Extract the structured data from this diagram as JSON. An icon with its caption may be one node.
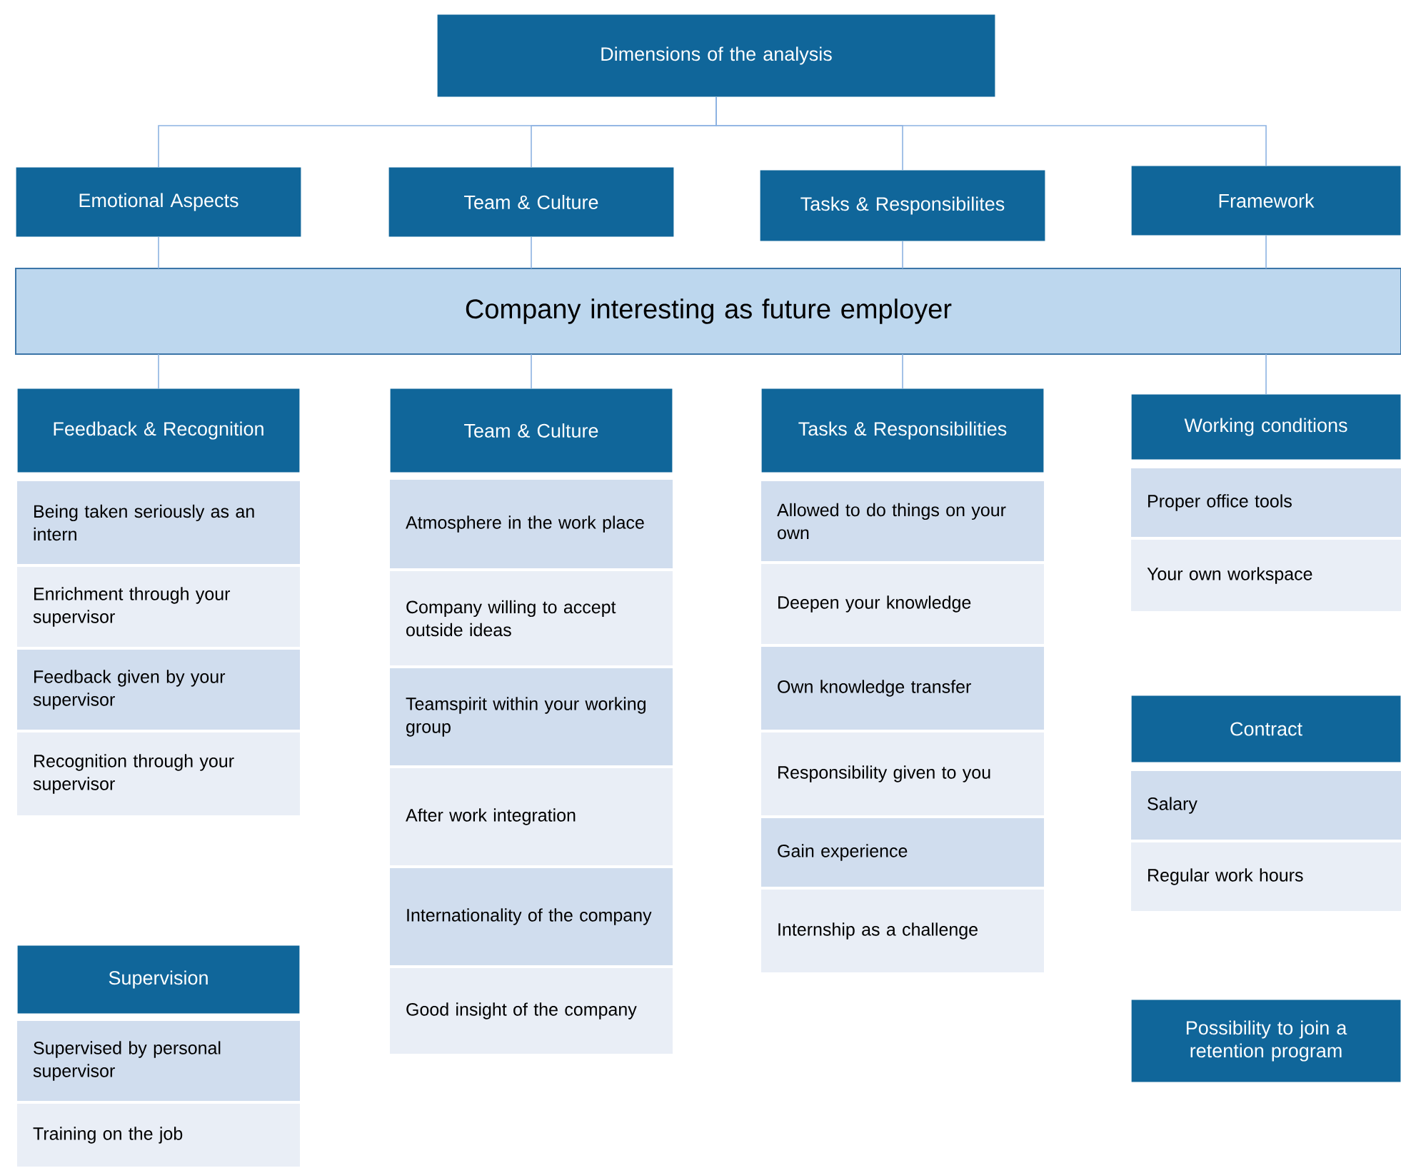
{
  "diagram": {
    "nodes": [
      {
        "text": [
          "Dimensions of the analysis"
        ]
      },
      {
        "text": [
          "Emotional Aspects"
        ]
      },
      {
        "text": [
          "Team & Culture"
        ]
      },
      {
        "text": [
          "Tasks & Responsibilites"
        ]
      },
      {
        "text": [
          "Framework"
        ]
      },
      {
        "text": [
          "Company interesting as future employer"
        ]
      },
      {
        "text": [
          "Feedback & Recognition"
        ]
      },
      {
        "text": [
          "Being taken seriously as an intern"
        ]
      },
      {
        "text": [
          "Enrichment through your supervisor"
        ]
      },
      {
        "text": [
          "Feedback given by your supervisor"
        ]
      },
      {
        "text": [
          "Recognition through your supervisor"
        ]
      },
      {
        "text": [
          "Supervision"
        ]
      },
      {
        "text": [
          "Supervised by personal supervisor"
        ]
      },
      {
        "text": [
          "Training on the job"
        ]
      },
      {
        "text": [
          "Team & Culture"
        ]
      },
      {
        "text": [
          "Atmosphere in the work place"
        ]
      },
      {
        "text": [
          "Company willing to accept outside ideas"
        ]
      },
      {
        "text": [
          "Teamspirit within your working group"
        ]
      },
      {
        "text": [
          "After work integration"
        ]
      },
      {
        "text": [
          "Internationality of the company"
        ]
      },
      {
        "text": [
          "Good insight of the company"
        ]
      },
      {
        "text": [
          "Tasks & Responsibilities"
        ]
      },
      {
        "text": [
          "Allowed to do things on your own"
        ]
      },
      {
        "text": [
          "Deepen your knowledge"
        ]
      },
      {
        "text": [
          "Own knowledge transfer"
        ]
      },
      {
        "text": [
          "Responsibility given to you"
        ]
      },
      {
        "text": [
          "Gain experience"
        ]
      },
      {
        "text": [
          "Internship as a challenge"
        ]
      },
      {
        "text": [
          "Working conditions"
        ]
      },
      {
        "text": [
          "Proper office tools"
        ]
      },
      {
        "text": [
          "Your own workspace"
        ]
      },
      {
        "text": [
          "Contract"
        ]
      },
      {
        "text": [
          "Salary"
        ]
      },
      {
        "text": [
          "Regular work hours"
        ]
      },
      {
        "text": [
          "Possibility to join a retention program"
        ]
      }
    ],
    "edges": [
      {
        "from": 0,
        "to": 1,
        "arrow": "none"
      },
      {
        "from": 0,
        "to": 2,
        "arrow": "none"
      },
      {
        "from": 0,
        "to": 3,
        "arrow": "none"
      },
      {
        "from": 0,
        "to": 4,
        "arrow": "none"
      },
      {
        "from": 1,
        "to": 5,
        "arrow": "none"
      },
      {
        "from": 2,
        "to": 5,
        "arrow": "none"
      },
      {
        "from": 3,
        "to": 5,
        "arrow": "none"
      },
      {
        "from": 4,
        "to": 5,
        "arrow": "none"
      },
      {
        "from": 5,
        "to": 6,
        "arrow": "none"
      },
      {
        "from": 5,
        "to": 14,
        "arrow": "none"
      },
      {
        "from": 5,
        "to": 21,
        "arrow": "none"
      },
      {
        "from": 5,
        "to": 28,
        "arrow": "none"
      }
    ]
  }
}
